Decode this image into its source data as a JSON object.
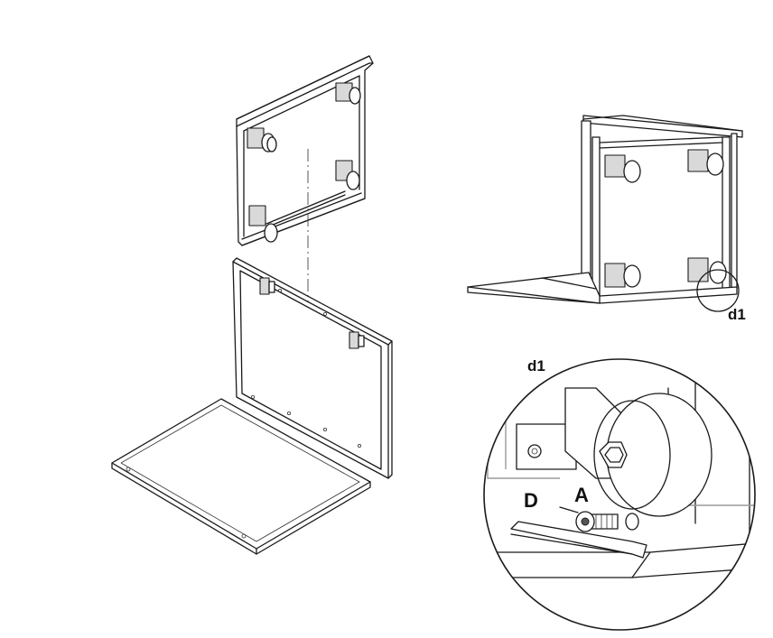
{
  "labels": {
    "detail_ref_callout": "d1",
    "detail_title": "d1",
    "part_d": "D",
    "part_a": "A"
  }
}
